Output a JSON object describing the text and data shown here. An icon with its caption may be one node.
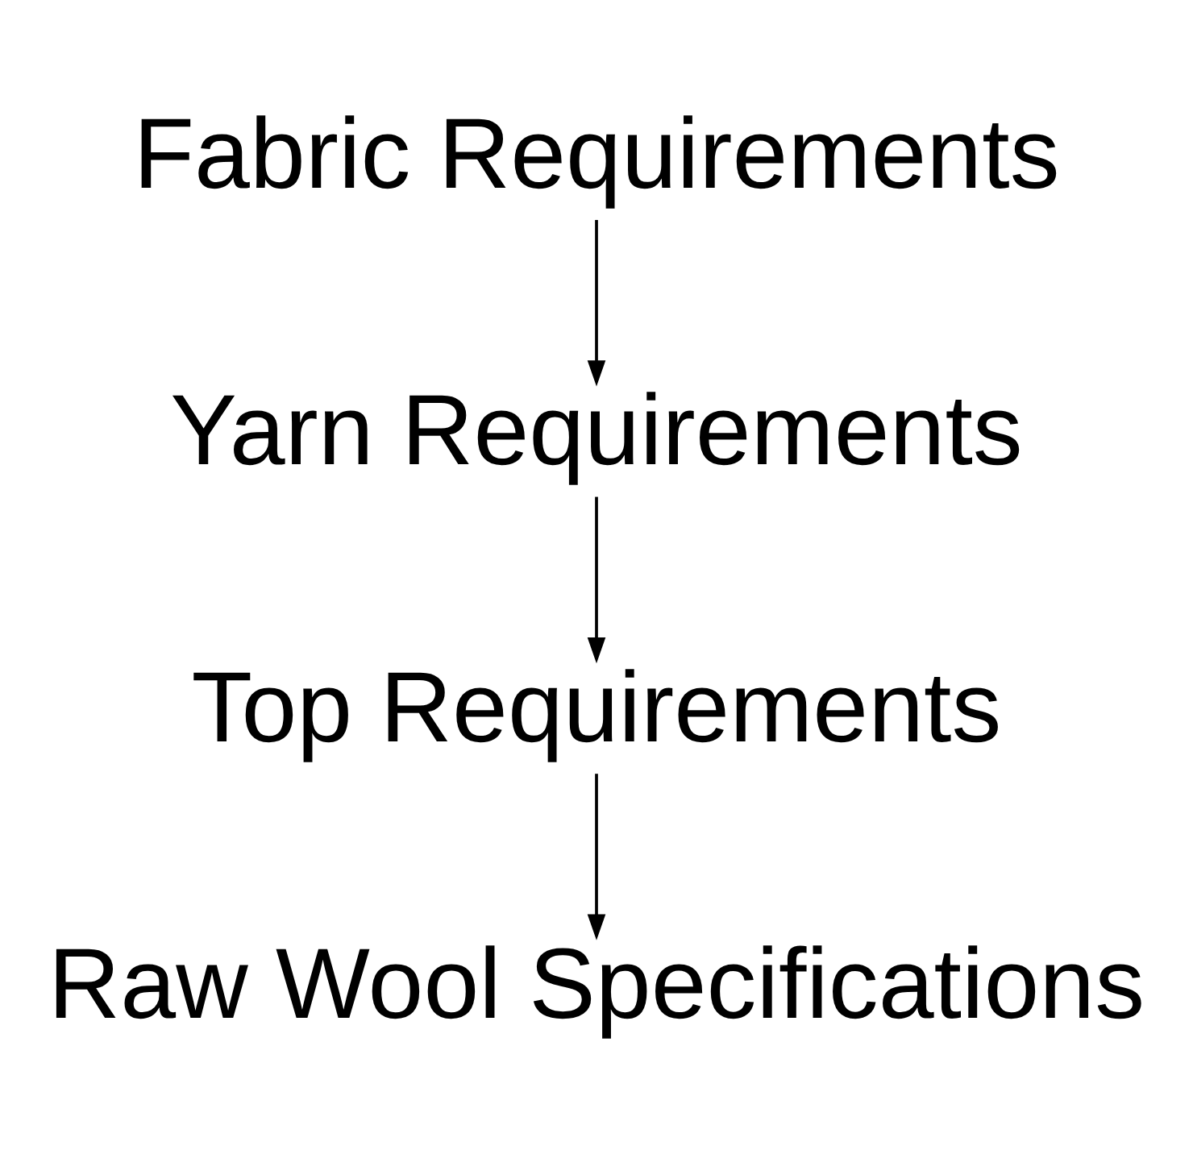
{
  "diagram": {
    "nodes": [
      {
        "text": [
          "Fabric Requirements"
        ]
      },
      {
        "text": [
          "Yarn Requirements"
        ]
      },
      {
        "text": [
          "Top Requirements"
        ]
      },
      {
        "text": [
          "Raw Wool Specifications"
        ]
      }
    ],
    "edges": [
      {
        "from": 0,
        "to": 1,
        "arrow": "to"
      },
      {
        "from": 1,
        "to": 2,
        "arrow": "to"
      },
      {
        "from": 2,
        "to": 3,
        "arrow": "to"
      }
    ]
  }
}
